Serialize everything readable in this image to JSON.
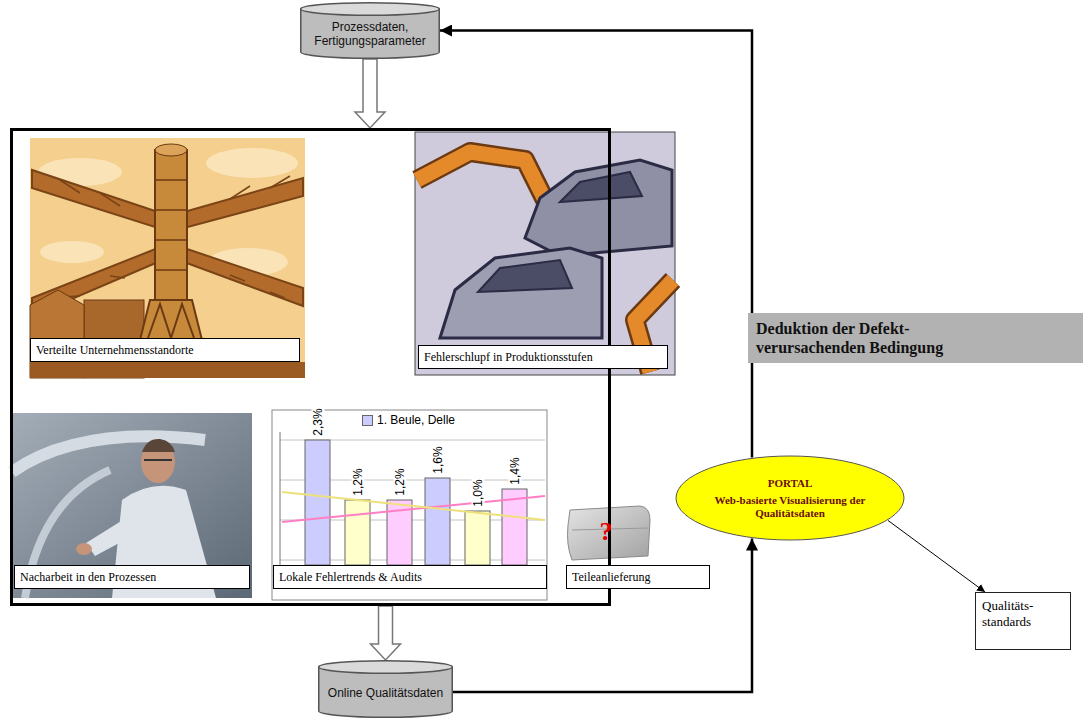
{
  "diagram": {
    "nodes": [
      {
        "text": [
          "Prozessdaten, Fertigungsparameter"
        ]
      },
      {
        "text": []
      },
      {
        "text": [
          "Verteilte Unternehmensstandorte"
        ],
        "in": 1
      },
      {
        "text": [
          "Fehlerschlupf in Produktionsstufen"
        ],
        "in": 1
      },
      {
        "text": [
          "Nacharbeit in den Prozessen"
        ],
        "in": 1
      },
      {
        "text": [
          "Lokale Fehlertrends & Audits"
        ],
        "in": 1
      },
      {
        "text": [
          "Teileanlieferung"
        ],
        "in": 1
      },
      {
        "text": [
          "Online Qualitätsdaten"
        ]
      },
      {
        "text": [
          "PORTAL",
          "Web-basierte Visualisierung der Qualitätsdaten"
        ]
      },
      {
        "text": [
          "Qualitäts- standards"
        ]
      }
    ],
    "edges": [
      {
        "from": 0,
        "to": 1,
        "arrow": "to"
      },
      {
        "from": 1,
        "to": 7,
        "arrow": "to"
      },
      {
        "from": 7,
        "to": 8,
        "arrow": "to"
      },
      {
        "from": 8,
        "to": 0,
        "arrow": "to",
        "label": "Deduktion der Defekt- verursachenden Bedingung"
      },
      {
        "from": 8,
        "to": 9,
        "arrow": "to"
      }
    ],
    "labels": [
      "2,3%",
      "1,2%",
      "1,2%",
      "1,6%",
      "1,0%",
      "1,4%",
      "?"
    ],
    "legend": [
      {
        "text": "1. Beule, Delle",
        "color": "#ccccff"
      }
    ]
  }
}
